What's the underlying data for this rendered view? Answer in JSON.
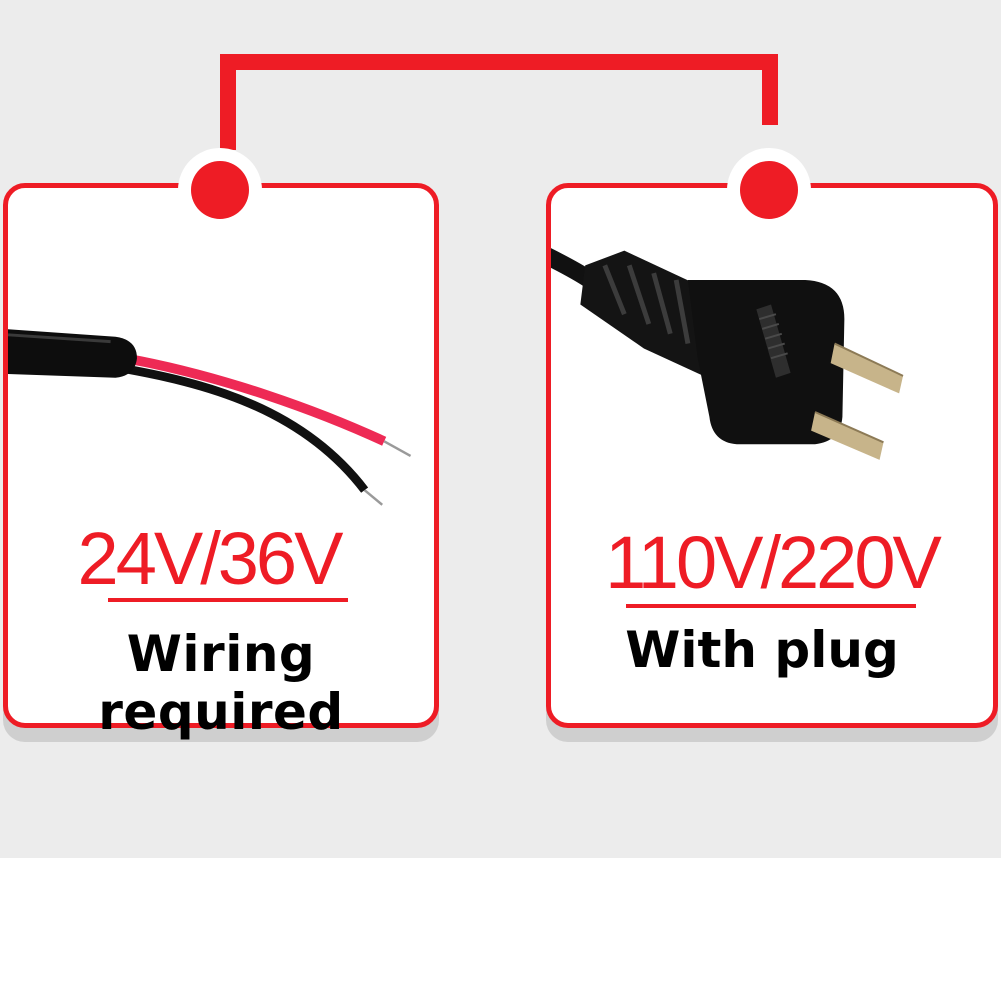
{
  "panels": [
    {
      "voltage": "24V/36V",
      "caption": "Wiring required",
      "illustration": "bare-wire-cable-icon"
    },
    {
      "voltage": "110V/220V",
      "caption": "With plug",
      "illustration": "two-prong-plug-icon"
    }
  ],
  "colors": {
    "accent": "#ee1c25",
    "background": "#ececec",
    "panel": "#ffffff",
    "text": "#000000"
  }
}
